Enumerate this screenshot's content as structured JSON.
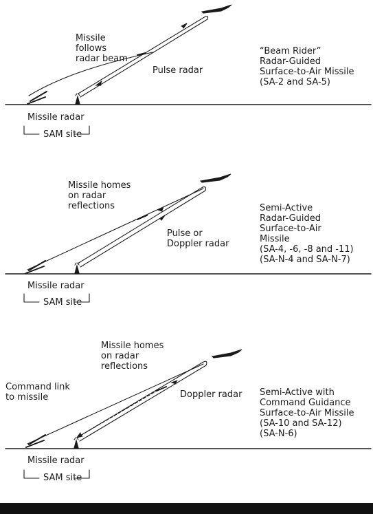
{
  "colors": {
    "ink": "#1a1a1a",
    "background": "#ffffff"
  },
  "panels": [
    {
      "beam_label": "Missile\nfollows\nradar beam",
      "radar_label": "Pulse radar",
      "title": "“Beam Rider”\nRadar-Guided\nSurface-to-Air Missile\n(SA-2 and SA-5)",
      "missile_radar": "Missile radar",
      "sam_site": "SAM site"
    },
    {
      "beam_label": "Missile homes\non radar\nreflections",
      "radar_label": "Pulse or\nDoppler radar",
      "title": "Semi-Active\nRadar-Guided\nSurface-to-Air\nMissile\n(SA-4, -6, -8 and -11)\n(SA-N-4 and SA-N-7)",
      "missile_radar": "Missile radar",
      "sam_site": "SAM site"
    },
    {
      "beam_label": "Missile homes\non radar\nreflections",
      "command_label": "Command link\nto missile",
      "radar_label": "Doppler radar",
      "title": "Semi-Active with\nCommand Guidance\nSurface-to-Air Missile\n(SA-10 and SA-12)\n(SA-N-6)",
      "missile_radar": "Missile radar",
      "sam_site": "SAM site"
    }
  ]
}
